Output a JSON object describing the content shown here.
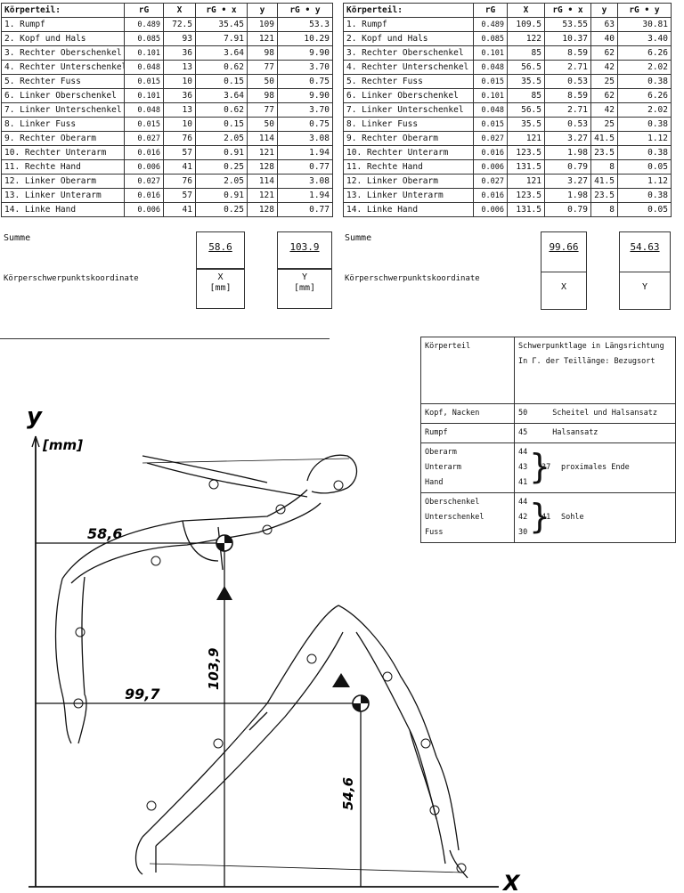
{
  "left_table": {
    "headers": [
      "Körperteil:",
      "rG",
      "X",
      "rG • x",
      "y",
      "rG • y"
    ],
    "rows": [
      [
        "1. Rumpf",
        "0.489",
        "72.5",
        "35.45",
        "109",
        "53.3"
      ],
      [
        "2. Kopf und Hals",
        "0.085",
        "93",
        "7.91",
        "121",
        "10.29"
      ],
      [
        "3.  Rechter Oberschenkel",
        "0.101",
        "36",
        "3.64",
        "98",
        "9.90"
      ],
      [
        "4.  Rechter Unterschenkel",
        "0.048",
        "13",
        "0.62",
        "77",
        "3.70"
      ],
      [
        "5.  Rechter Fuss",
        "0.015",
        "10",
        "0.15",
        "50",
        "0.75"
      ],
      [
        "6.  Linker Oberschenkel",
        "0.101",
        "36",
        "3.64",
        "98",
        "9.90"
      ],
      [
        "7.  Linker Unterschenkel",
        "0.048",
        "13",
        "0.62",
        "77",
        "3.70"
      ],
      [
        "8.  Linker Fuss",
        "0.015",
        "10",
        "0.15",
        "50",
        "0.75"
      ],
      [
        "9.  Rechter Oberarm",
        "0.027",
        "76",
        "2.05",
        "114",
        "3.08"
      ],
      [
        "10. Rechter Unterarm",
        "0.016",
        "57",
        "0.91",
        "121",
        "1.94"
      ],
      [
        "11. Rechte Hand",
        "0.006",
        "41",
        "0.25",
        "128",
        "0.77"
      ],
      [
        "12. Linker Oberarm",
        "0.027",
        "76",
        "2.05",
        "114",
        "3.08"
      ],
      [
        "13. Linker Unterarm",
        "0.016",
        "57",
        "0.91",
        "121",
        "1.94"
      ],
      [
        "14. Linke Hand",
        "0.006",
        "41",
        "0.25",
        "128",
        "0.77"
      ]
    ],
    "summe_label": "Summe",
    "sum_x": "58.6",
    "sum_y": "103.9",
    "coord_label": "Körperschwerpunktskoordinate",
    "coord_x": "X",
    "coord_x_unit": "[mm]",
    "coord_y": "Y",
    "coord_y_unit": "[mm]"
  },
  "right_table": {
    "headers": [
      "Körperteil:",
      "rG",
      "X",
      "rG • x",
      "y",
      "rG • y"
    ],
    "rows": [
      [
        "1. Rumpf",
        "0.489",
        "109.5",
        "53.55",
        "63",
        "30.81"
      ],
      [
        "2. Kopf und Hals",
        "0.085",
        "122",
        "10.37",
        "40",
        "3.40"
      ],
      [
        "3.  Rechter Oberschenkel",
        "0.101",
        "85",
        "8.59",
        "62",
        "6.26"
      ],
      [
        "4.  Rechter Unterschenkel",
        "0.048",
        "56.5",
        "2.71",
        "42",
        "2.02"
      ],
      [
        "5.  Rechter Fuss",
        "0.015",
        "35.5",
        "0.53",
        "25",
        "0.38"
      ],
      [
        "6.  Linker Oberschenkel",
        "0.101",
        "85",
        "8.59",
        "62",
        "6.26"
      ],
      [
        "7.  Linker Unterschenkel",
        "0.048",
        "56.5",
        "2.71",
        "42",
        "2.02"
      ],
      [
        "8.  Linker Fuss",
        "0.015",
        "35.5",
        "0.53",
        "25",
        "0.38"
      ],
      [
        "9.  Rechter Oberarm",
        "0.027",
        "121",
        "3.27",
        "41.5",
        "1.12"
      ],
      [
        "10. Rechter Unterarm",
        "0.016",
        "123.5",
        "1.98",
        "23.5",
        "0.38"
      ],
      [
        "11. Rechte Hand",
        "0.006",
        "131.5",
        "0.79",
        "8",
        "0.05"
      ],
      [
        "12. Linker Oberarm",
        "0.027",
        "121",
        "3.27",
        "41.5",
        "1.12"
      ],
      [
        "13. Linker Unterarm",
        "0.016",
        "123.5",
        "1.98",
        "23.5",
        "0.38"
      ],
      [
        "14. Linke Hand",
        "0.006",
        "131.5",
        "0.79",
        "8",
        "0.05"
      ]
    ],
    "summe_label": "Summe",
    "sum_x": "99.66",
    "sum_y": "54.63",
    "coord_label": "Körperschwerpunktskoordinate",
    "coord_x": "X",
    "coord_y": "Y"
  },
  "reference_table": {
    "header_left": "Körperteil",
    "header_right": "Schwerpunktlage in Längsrichtung In Γ. der Teillänge: Bezugsort",
    "row_kopf_label": "Kopf, Nacken",
    "row_kopf_value": "50",
    "row_kopf_ref": "Scheitel und Halsansatz",
    "row_rumpf_label": "Rumpf",
    "row_rumpf_value": "45",
    "row_rumpf_ref": "Halsansatz",
    "arm_labels": [
      "Oberarm",
      "Unterarm",
      "Hand"
    ],
    "arm_values": [
      "44",
      "43",
      "41"
    ],
    "arm_group": "37",
    "arm_ref": "proximales Ende",
    "leg_labels": [
      "Oberschenkel",
      "Unterschenkel",
      "Fuss"
    ],
    "leg_values": [
      "44",
      "42",
      "30"
    ],
    "leg_group": "41",
    "leg_ref": "Sohle"
  },
  "figure": {
    "y_axis_label": "y",
    "y_unit": "[mm]",
    "x_axis_label": "X",
    "upper_x": "58,6",
    "upper_y": "103,9",
    "lower_x": "99,7",
    "lower_y": "54,6"
  }
}
